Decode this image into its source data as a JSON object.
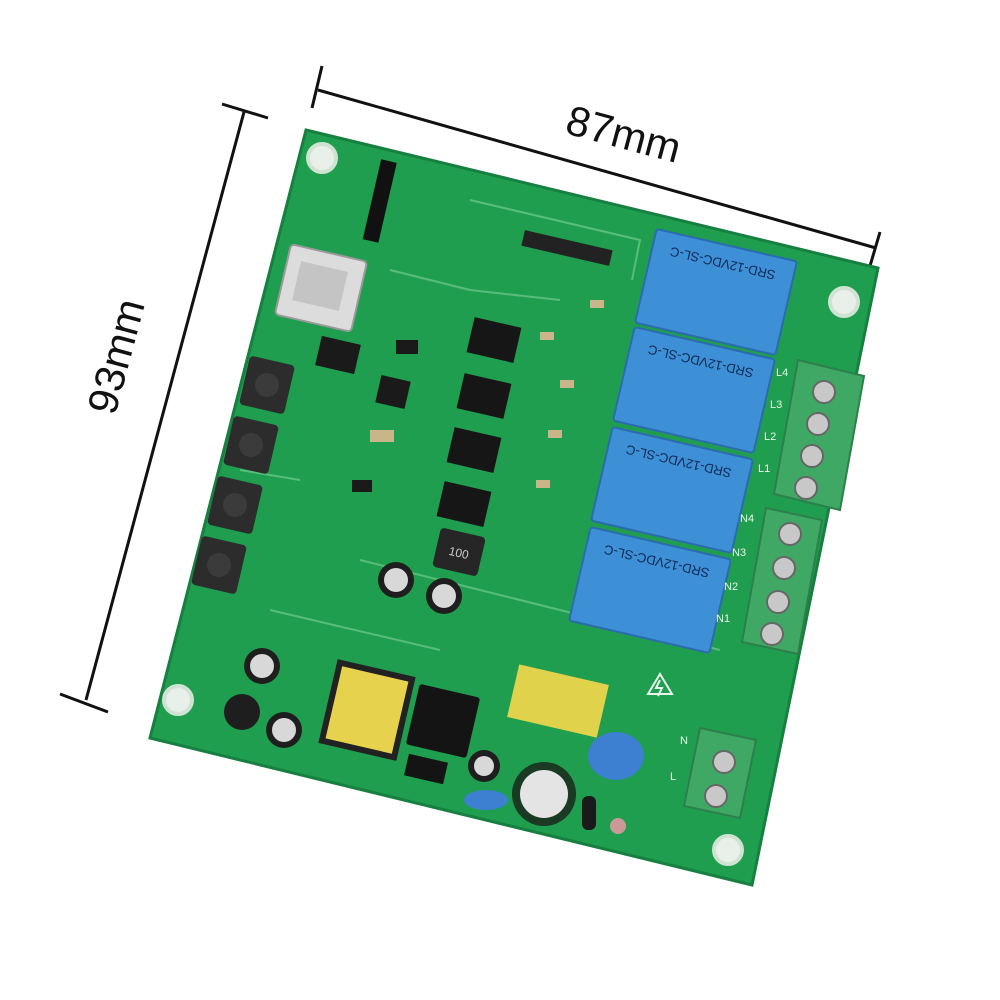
{
  "dimensions": {
    "width": "87mm",
    "height": "93mm"
  },
  "relays": [
    {
      "model": "SRD-12VDC-SL-C"
    },
    {
      "model": "SRD-12VDC-SL-C"
    },
    {
      "model": "SRD-12VDC-SL-C"
    },
    {
      "model": "SRD-12VDC-SL-C"
    }
  ],
  "terminals": {
    "output_labels": [
      "L4",
      "L3",
      "L2",
      "L1",
      "N4",
      "N3",
      "N2",
      "N1"
    ],
    "power_labels": [
      "N",
      "L"
    ]
  },
  "inductor_marking": "100",
  "colors": {
    "pcb_green": "#1f9e4f",
    "relay_blue": "#3d8fd6",
    "terminal_green": "#3fa865",
    "background": "#ffffff"
  }
}
